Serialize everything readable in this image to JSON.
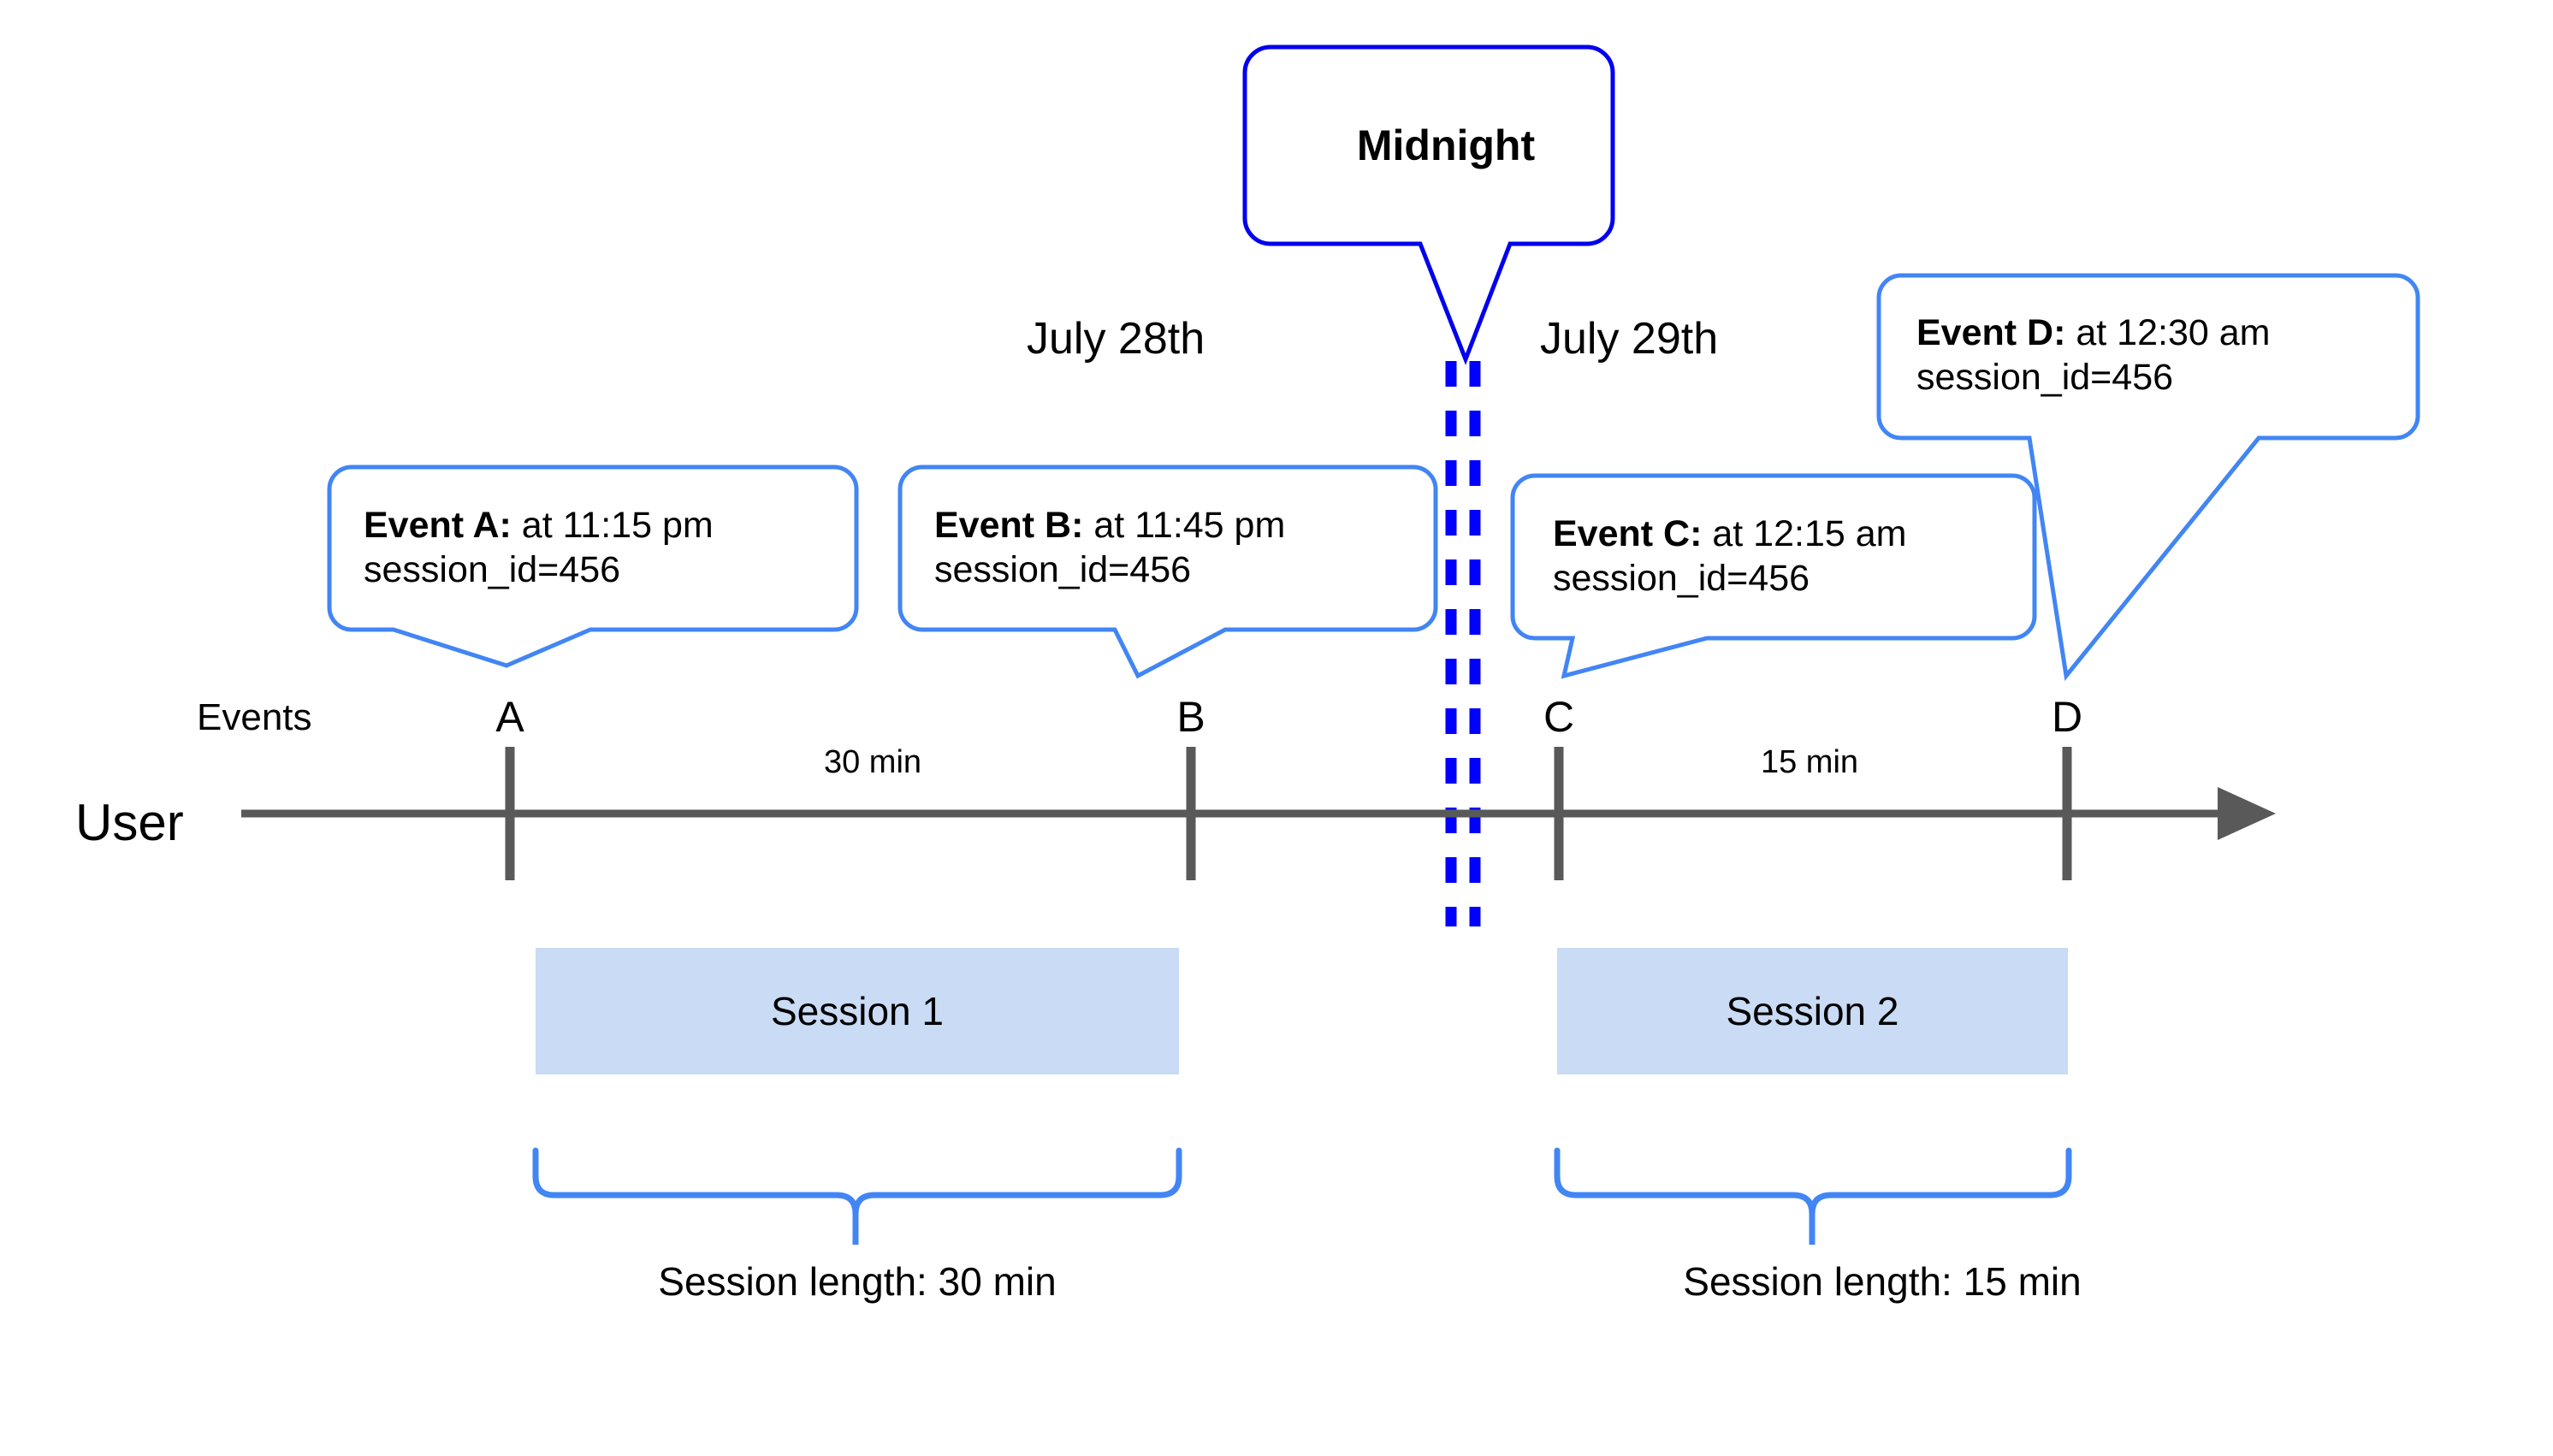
{
  "diagram": {
    "title_callout": "Midnight",
    "day_left": "July 28th",
    "day_right": "July 29th",
    "row_label_user": "User",
    "row_label_events": "Events",
    "colors": {
      "callout_border": "#4285f4",
      "midnight_border": "#0000ee",
      "midnight_dashes": "#0000ff",
      "axis": "#595959",
      "session_fill": "#c9dbf5",
      "brace": "#4285f4",
      "text": "#000000"
    }
  },
  "events": [
    {
      "marker": "A",
      "bold": "Event A:",
      "time": " at 11:15 pm",
      "session_field": "session_id=456"
    },
    {
      "marker": "B",
      "bold": "Event B:",
      "time": " at 11:45 pm",
      "session_field": "session_id=456"
    },
    {
      "marker": "C",
      "bold": "Event C:",
      "time": " at 12:15 am",
      "session_field": "session_id=456"
    },
    {
      "marker": "D",
      "bold": "Event D:",
      "time": " at 12:30 am",
      "session_field": "session_id=456"
    }
  ],
  "durations": [
    {
      "label": "30 min"
    },
    {
      "label": "15 min"
    }
  ],
  "sessions": [
    {
      "bar_label": "Session 1",
      "caption": "Session length: 30 min"
    },
    {
      "bar_label": "Session 2",
      "caption": "Session length: 15 min"
    }
  ]
}
